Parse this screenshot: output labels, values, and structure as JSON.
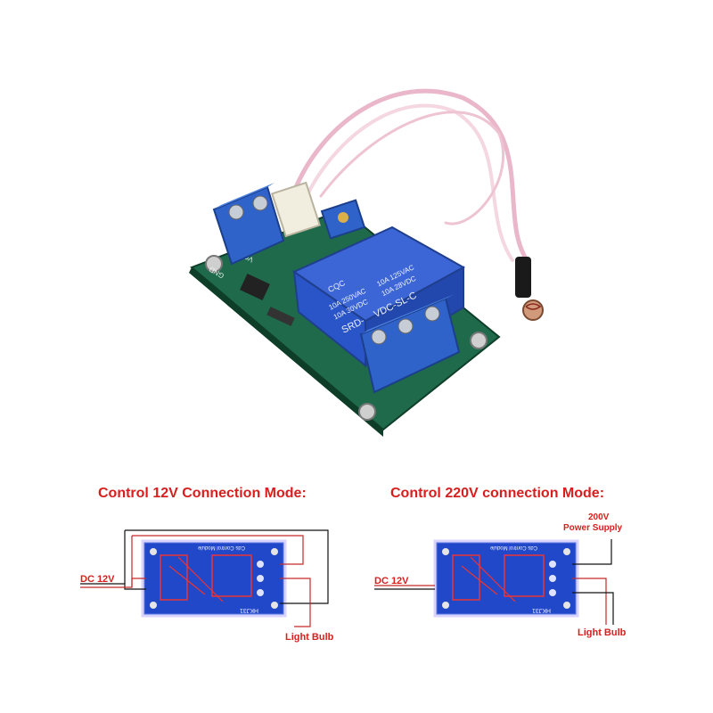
{
  "photo": {
    "relay": {
      "line1": "SRD-",
      "line2": "VDC-SL-C",
      "rating_a1": "10A 250VAC",
      "rating_a2": "10A 30VDC",
      "rating_b1": "10A 125VAC",
      "rating_b2": "10A 28VDC",
      "cert": "CQC"
    },
    "pcb": {
      "vcc": "VCC",
      "gnd": "GND"
    }
  },
  "diagrams": [
    {
      "title": "Control 12V Connection Mode:",
      "dc_label": "DC 12V",
      "load_label": "Light Bulb",
      "board_text_top": "Cds Control Module",
      "board_text_bottom": "HKJ31"
    },
    {
      "title": "Control 220V connection Mode:",
      "dc_label": "DC 12V",
      "supply_label_1": "200V",
      "supply_label_2": "Power Supply",
      "load_label": "Light Bulb",
      "board_text_top": "Cds Control Module",
      "board_text_bottom": "HKJ31"
    }
  ],
  "colors": {
    "pcb_green": "#1e6a4a",
    "relay_blue": "#2a55c8",
    "terminal_blue": "#2f63c9",
    "heading_red": "#d81e1e",
    "wire_pink": "#e9b7c9"
  }
}
